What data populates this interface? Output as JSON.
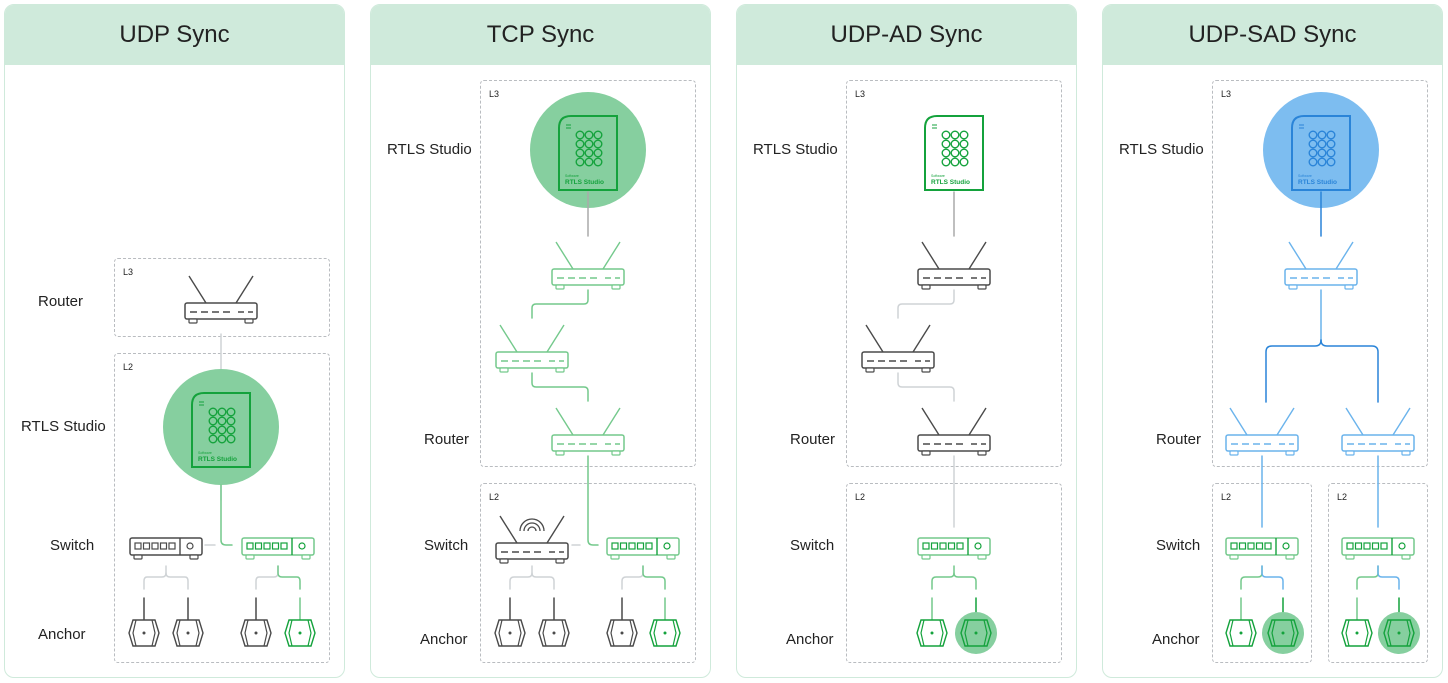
{
  "colors": {
    "header_bg": "#cfeadb",
    "green": "#14a23c",
    "green_light": "#74c98c",
    "green_fill": "#86cf9f",
    "blue": "#2a84d8",
    "blue_light": "#6ab3ec",
    "blue_fill": "#7dbdf0",
    "dark": "#4a4a4a",
    "gray_line": "#cfd3d6"
  },
  "panels": [
    {
      "title": "UDP Sync",
      "labels": {
        "router": "Router",
        "studio": "RTLS Studio",
        "switch": "Switch",
        "anchor": "Anchor"
      },
      "zones": [
        "L3",
        "L2"
      ]
    },
    {
      "title": "TCP Sync",
      "labels": {
        "studio": "RTLS Studio",
        "router": "Router",
        "switch": "Switch",
        "anchor": "Anchor"
      },
      "zones": [
        "L3",
        "L2"
      ]
    },
    {
      "title": "UDP-AD Sync",
      "labels": {
        "studio": "RTLS Studio",
        "router": "Router",
        "switch": "Switch",
        "anchor": "Anchor"
      },
      "zones": [
        "L3",
        "L2"
      ]
    },
    {
      "title": "UDP-SAD Sync",
      "labels": {
        "studio": "RTLS Studio",
        "router": "Router",
        "switch": "Switch",
        "anchor": "Anchor"
      },
      "zones": [
        "L3",
        "L2",
        "L2"
      ]
    }
  ],
  "studio_card": {
    "caption": "Software",
    "name": "RTLS Studio"
  }
}
